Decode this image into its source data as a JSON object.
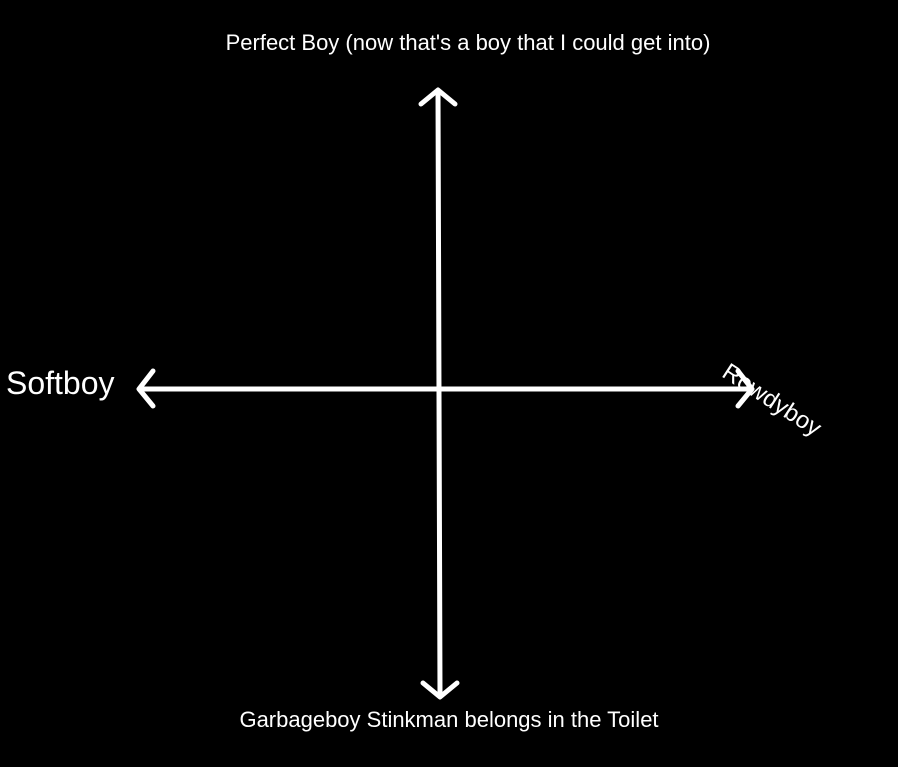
{
  "axes": {
    "top_label": "Perfect Boy (now that's a boy that I could get into)",
    "bottom_label": "Garbageboy Stinkman belongs in the Toilet",
    "left_label": "Softboy",
    "right_label": "Rowdyboy"
  },
  "colors": {
    "background": "#000000",
    "foreground": "#ffffff"
  }
}
